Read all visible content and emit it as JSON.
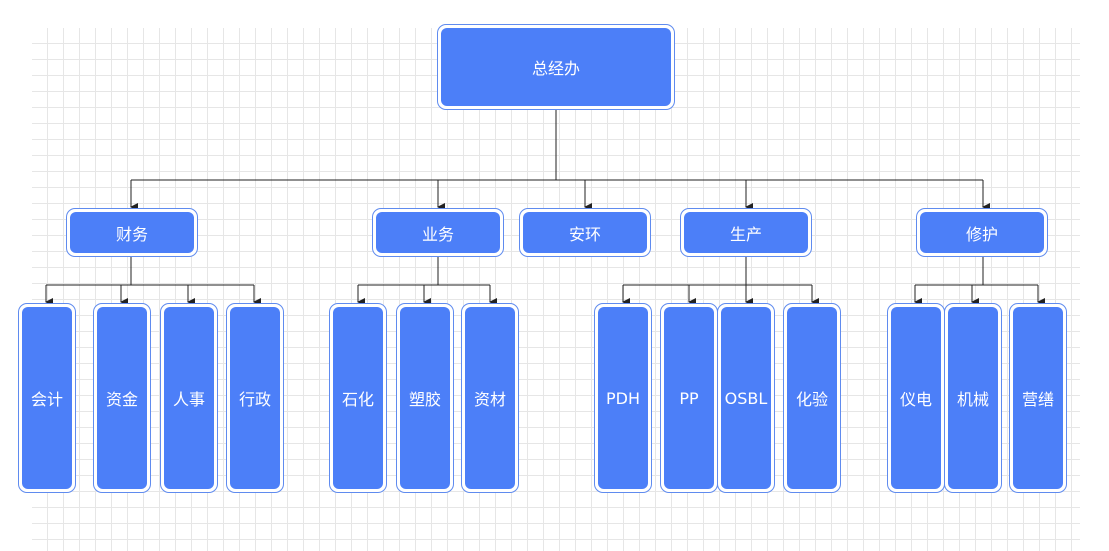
{
  "diagram": {
    "root": {
      "label": "总经办"
    },
    "departments": [
      {
        "label": "财务",
        "units": [
          "会计",
          "资金",
          "人事",
          "行政"
        ]
      },
      {
        "label": "业务",
        "units": [
          "石化",
          "塑胶",
          "资材"
        ]
      },
      {
        "label": "安环",
        "units": []
      },
      {
        "label": "生产",
        "units": [
          "PDH",
          "PP",
          "OSBL",
          "化验"
        ]
      },
      {
        "label": "修护",
        "units": [
          "仪电",
          "机械",
          "营缮"
        ]
      }
    ]
  },
  "colors": {
    "node_fill": "#4c7ff8",
    "node_border": "#5f8bef",
    "node_text": "#ffffff",
    "connector": "#222222",
    "grid": "#e6e6e6"
  }
}
